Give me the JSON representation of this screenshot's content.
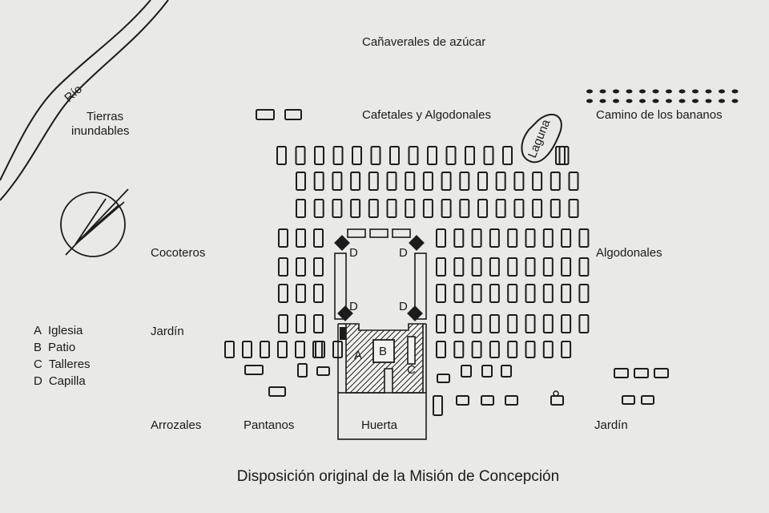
{
  "title": "Disposición original de la Misión de Concepción",
  "labels": {
    "canaverales": "Cañaverales de azúcar",
    "cafetales": "Cafetales y Algodonales",
    "camino": "Camino de los bananos",
    "laguna": "Laguna",
    "rio": "Río",
    "tierras_1": "Tierras",
    "tierras_2": "inundables",
    "cocoteros": "Cocoteros",
    "algodonales": "Algodonales",
    "jardin_left": "Jardín",
    "jardin_right": "Jardín",
    "arrozales": "Arrozales",
    "pantanos": "Pantanos",
    "huerta": "Huerta"
  },
  "buildings": {
    "a": "A",
    "b": "B",
    "c": "C",
    "d": "D"
  },
  "legend": [
    {
      "key": "A",
      "name": "Iglesia"
    },
    {
      "key": "B",
      "name": "Patio"
    },
    {
      "key": "C",
      "name": "Talleres"
    },
    {
      "key": "D",
      "name": "Capilla"
    }
  ],
  "colors": {
    "background": "#e9e9e7",
    "ink": "#1c1c1c"
  },
  "icons": [
    "compass-rose-icon",
    "river-icon",
    "lagoon-icon",
    "chapel-icon"
  ]
}
